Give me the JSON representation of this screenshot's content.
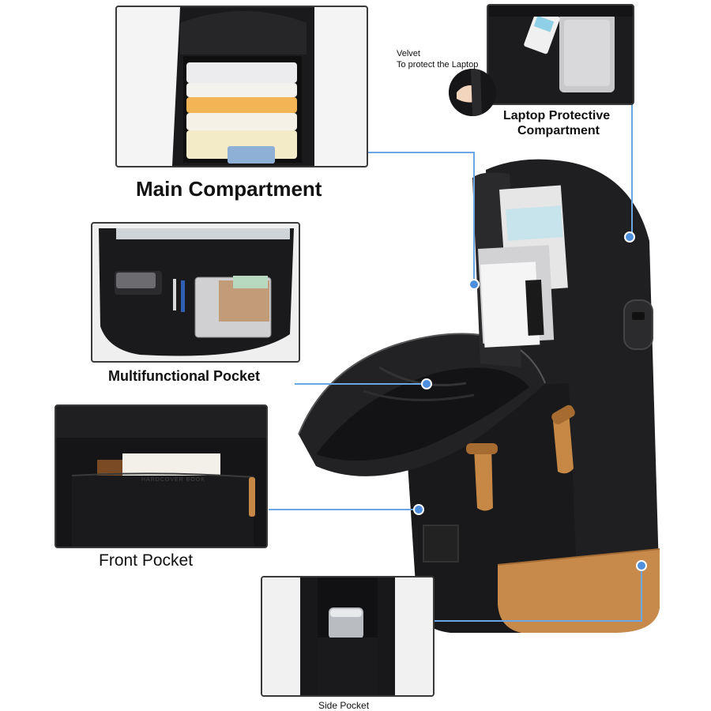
{
  "labels": {
    "main_compartment": "Main Compartment",
    "laptop_compartment_line1": "Laptop Protective",
    "laptop_compartment_line2": "Compartment",
    "velvet_line1": "Velvet",
    "velvet_line2": "To protect the Laptop",
    "multifunctional_pocket": "Multifunctional Pocket",
    "front_pocket": "Front Pocket",
    "side_pocket": "Side Pocket"
  },
  "book": {
    "title": "HARDCOVER BOOK"
  },
  "colors": {
    "bag_black": "#1c1c1e",
    "bag_dark": "#0e0e10",
    "tan_leather": "#c98a4a",
    "callout_line": "#6aa6e6",
    "callout_dot": "#4d8fdc"
  }
}
